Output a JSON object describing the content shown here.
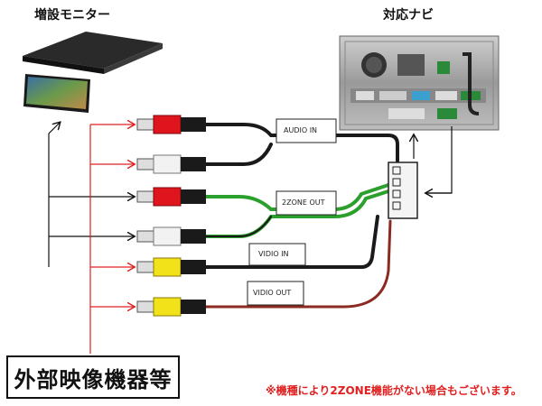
{
  "monitor": {
    "title": "増設モニター"
  },
  "navi": {
    "title": "対応ナビ"
  },
  "cable_labels": {
    "audio_in": "AUDIO IN",
    "zone2_out": "2ZONE OUT",
    "video_in": "VIDIO IN",
    "video_out": "VIDIO OUT"
  },
  "external_device": {
    "label": "外部映像機器等"
  },
  "note": {
    "text": "※機種により2ZONE機能がない場合もございます。"
  },
  "colors": {
    "plug_red": "#e0141c",
    "plug_white": "#f2f2f2",
    "plug_yellow": "#f2e21a",
    "wire_black": "#1a1a1a",
    "wire_green": "#2ca02c",
    "wire_red": "#c0392b",
    "arrow_red": "#e02020",
    "note_red": "#e02020"
  },
  "connectors": [
    {
      "name": "rca-red-audio-in",
      "color": "red"
    },
    {
      "name": "rca-white-audio-in",
      "color": "white"
    },
    {
      "name": "rca-red-2zone-out",
      "color": "red"
    },
    {
      "name": "rca-white-2zone-out",
      "color": "white"
    },
    {
      "name": "rca-yellow-video-in",
      "color": "yellow"
    },
    {
      "name": "rca-yellow-video-out",
      "color": "yellow"
    }
  ]
}
